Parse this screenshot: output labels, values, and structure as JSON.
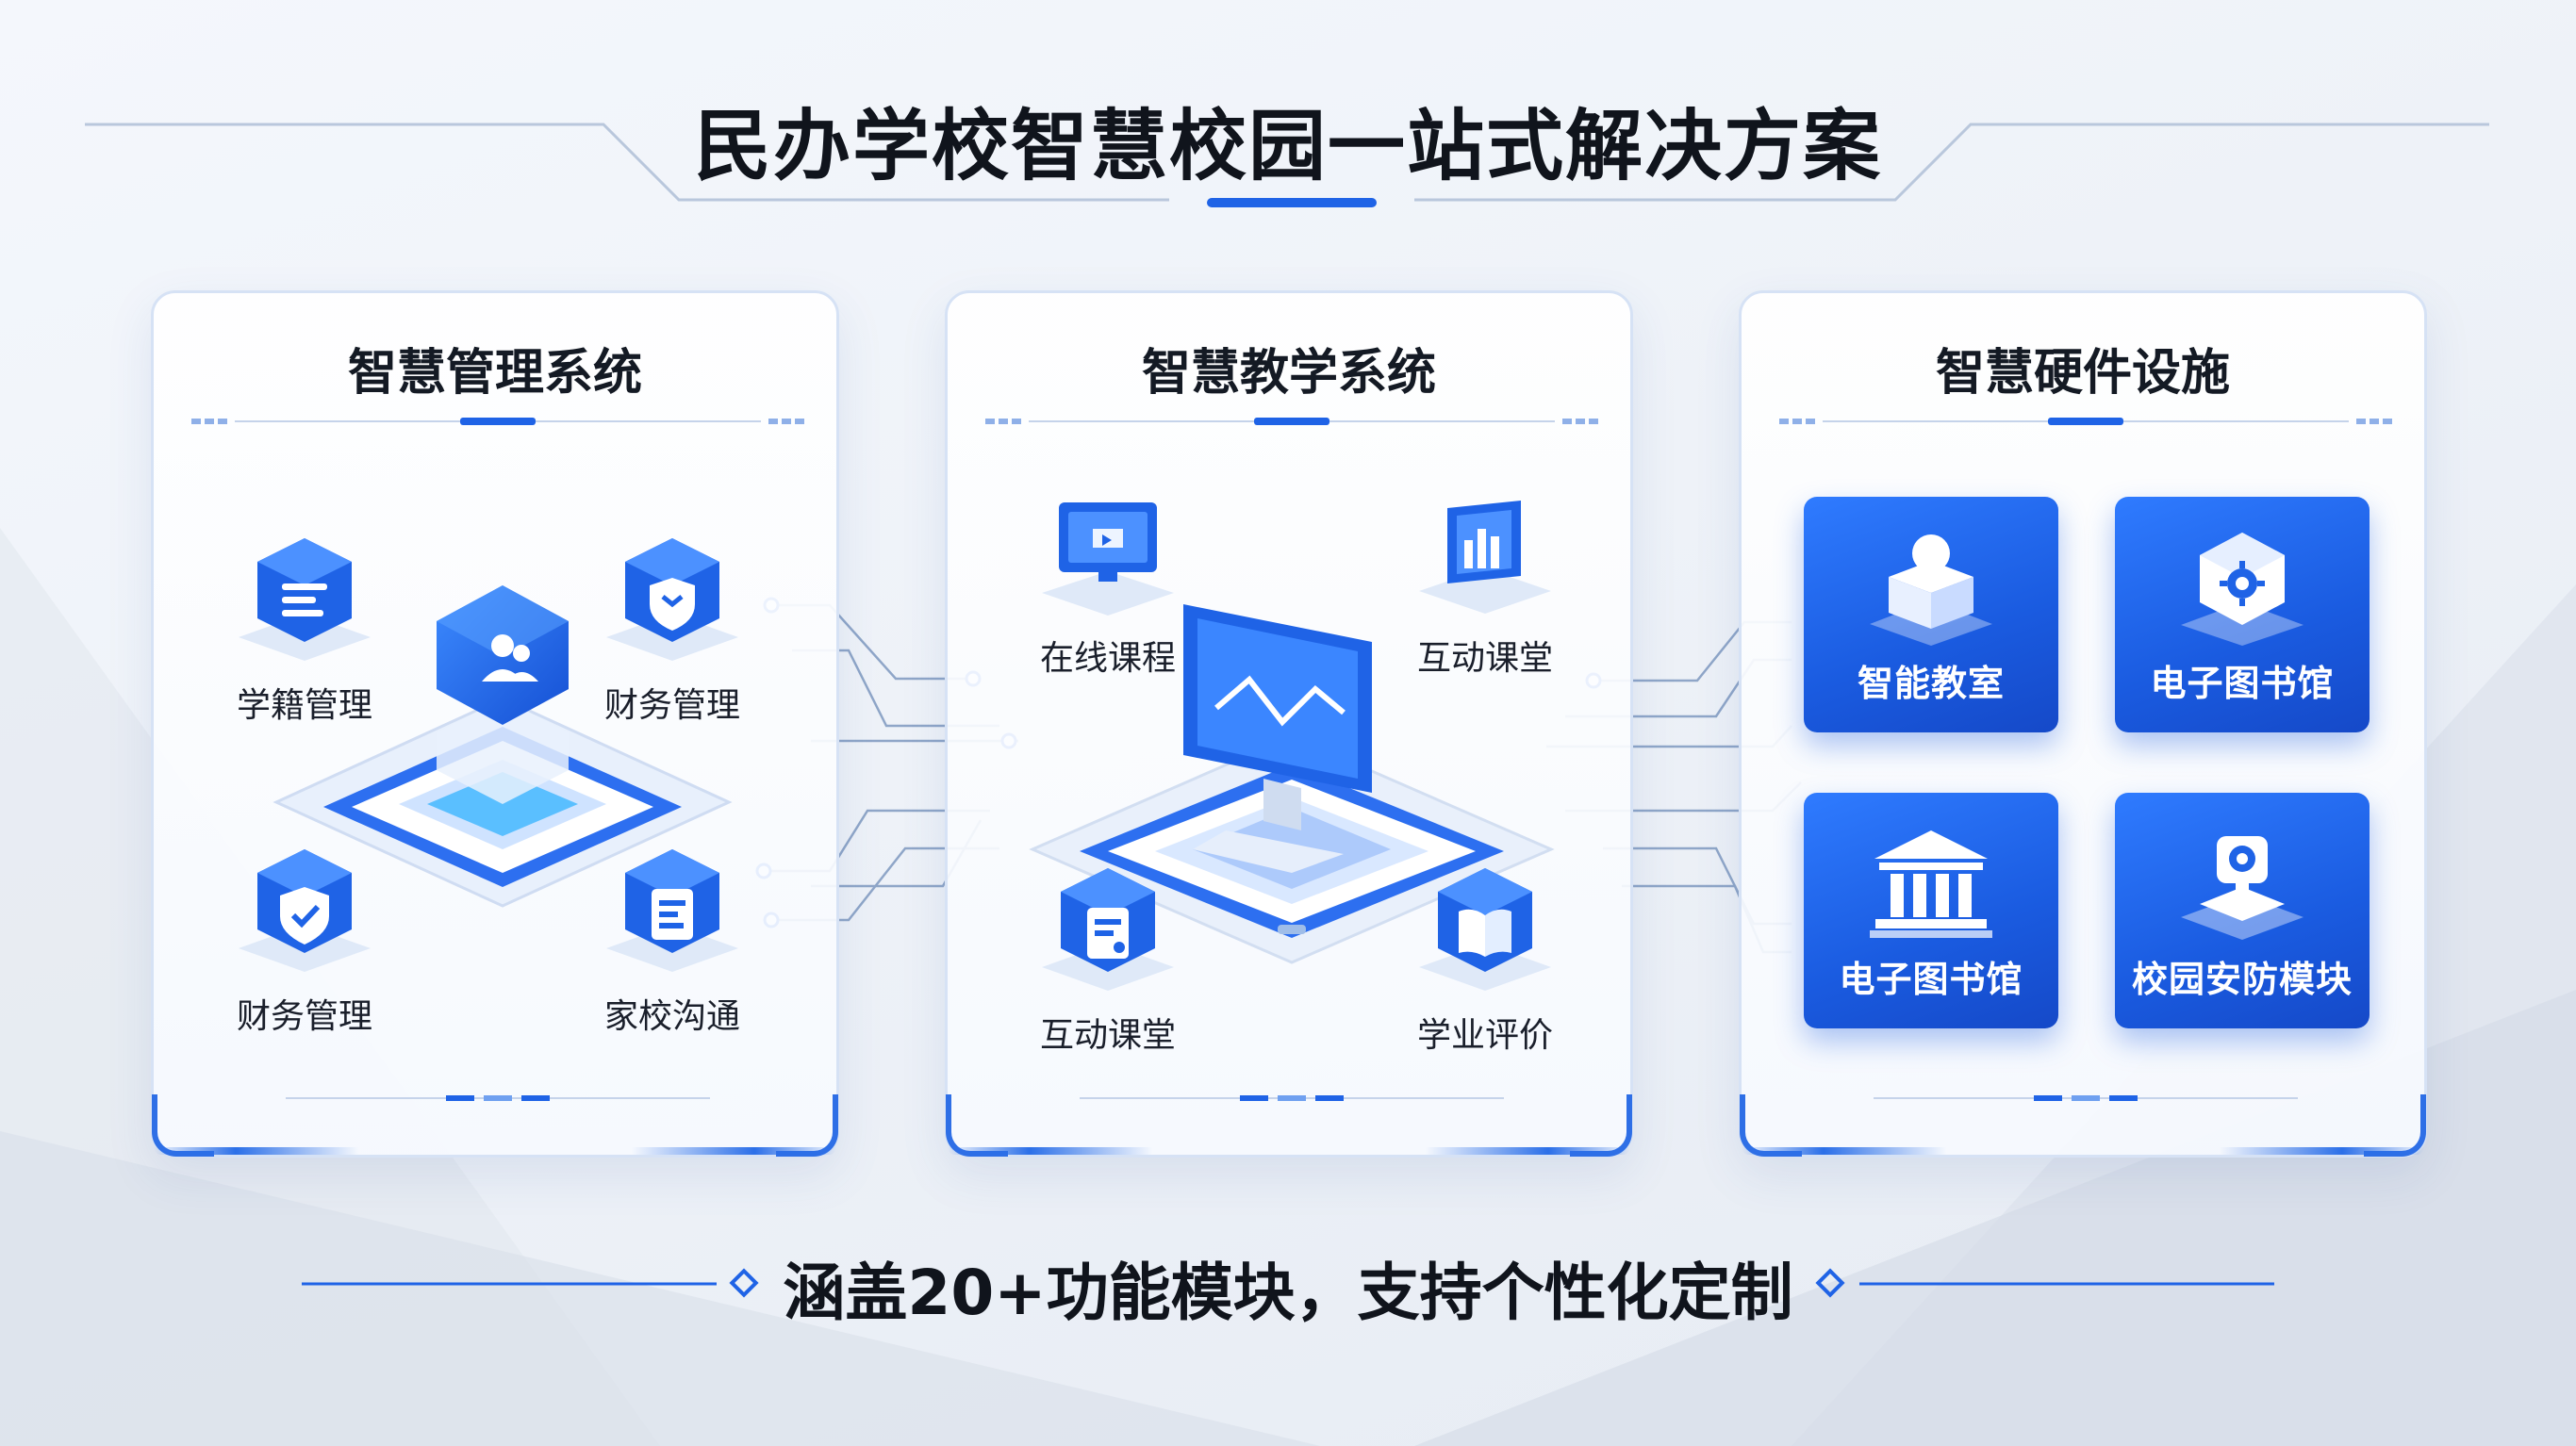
{
  "title": "民办学校智慧校园一站式解决方案",
  "tagline": "涵盖20+功能模块，支持个性化定制",
  "panels": {
    "management": {
      "title": "智慧管理系统",
      "items": [
        {
          "label": "学籍管理",
          "icon": "student-records-icon"
        },
        {
          "label": "财务管理",
          "icon": "finance-shield-icon"
        },
        {
          "label": "财务管理",
          "icon": "finance-check-icon"
        },
        {
          "label": "家校沟通",
          "icon": "home-school-communication-icon"
        }
      ]
    },
    "teaching": {
      "title": "智慧教学系统",
      "items": [
        {
          "label": "在线课程",
          "icon": "online-course-icon"
        },
        {
          "label": "互动课堂",
          "icon": "interactive-class-chart-icon"
        },
        {
          "label": "互动课堂",
          "icon": "interactive-class-doc-icon"
        },
        {
          "label": "学业评价",
          "icon": "academic-evaluation-book-icon"
        }
      ]
    },
    "hardware": {
      "title": "智慧硬件设施",
      "items": [
        {
          "label": "智能教室",
          "icon": "smart-classroom-icon"
        },
        {
          "label": "电子图书馆",
          "icon": "e-library-gear-icon"
        },
        {
          "label": "电子图书馆",
          "icon": "e-library-building-icon"
        },
        {
          "label": "校园安防模块",
          "icon": "campus-security-icon"
        }
      ]
    }
  },
  "colors": {
    "accent": "#1f63e6",
    "tile": "#1a5be0",
    "text": "#10141c"
  }
}
